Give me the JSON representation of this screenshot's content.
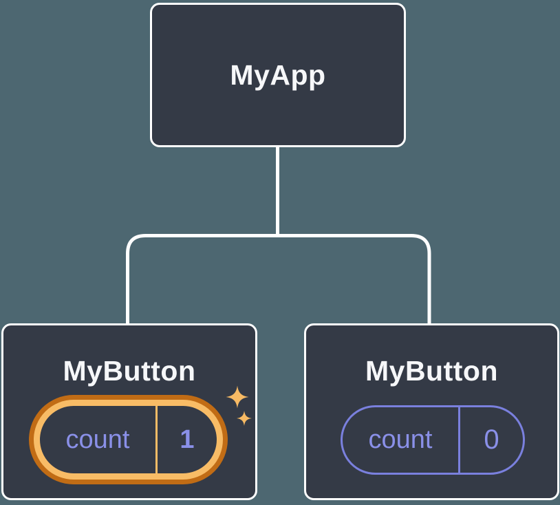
{
  "diagram": {
    "root": {
      "label": "MyApp"
    },
    "children": [
      {
        "label": "MyButton",
        "state": {
          "name": "count",
          "value": "1"
        },
        "highlighted": true
      },
      {
        "label": "MyButton",
        "state": {
          "name": "count",
          "value": "0"
        },
        "highlighted": false
      }
    ]
  },
  "colors": {
    "background": "#4D6771",
    "node_fill": "#343A46",
    "node_border": "#FFFFFF",
    "node_text": "#F6F7F9",
    "state_text": "#8A90E8",
    "state_pill_border": "#7A80DE",
    "highlight_ring_light": "#F8BC66",
    "highlight_ring_dark": "#C16C15",
    "sparkle": "#F7BA64",
    "connector": "#FFFFFF"
  },
  "icons": {
    "sparkles": "sparkle-stars"
  }
}
